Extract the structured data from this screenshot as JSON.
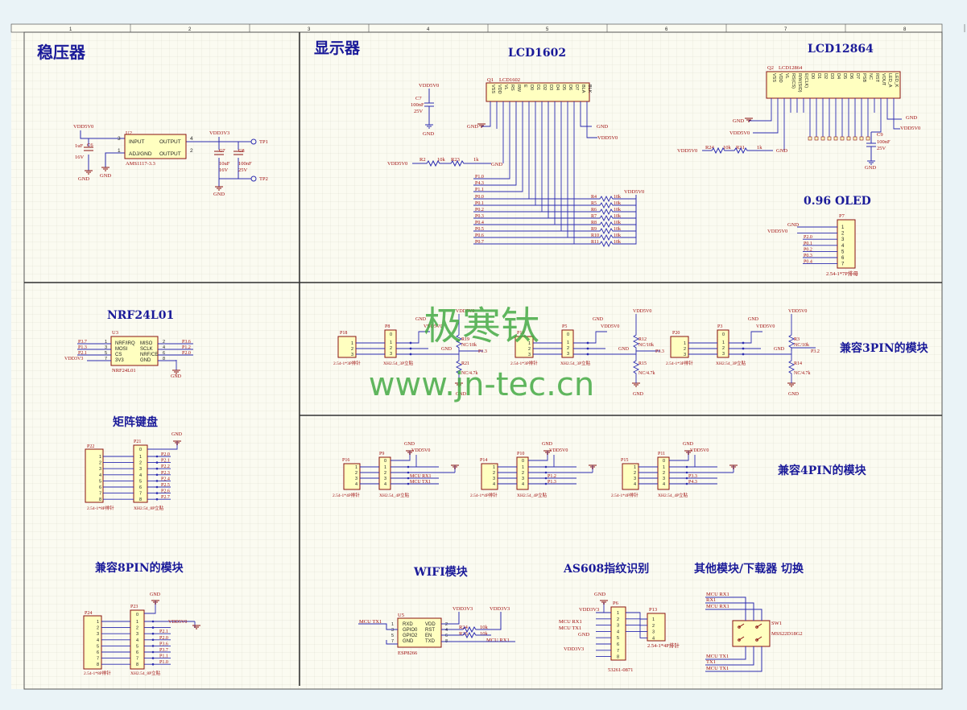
{
  "colors": {
    "background": "#fbfbf1",
    "grid": "#dcdcd0",
    "border": "#555555",
    "title": "#1a1a99",
    "label": "#a01010",
    "wire": "#2b2bb0",
    "component": "#8a1010",
    "module": "#ffffc0",
    "watermark": "#3fa83f"
  },
  "ruler": [
    "1",
    "2",
    "3",
    "4",
    "5",
    "6",
    "7",
    "8"
  ],
  "sections": {
    "regulator": "稳压器",
    "display": "显示器",
    "lcd1602": "LCD1602",
    "lcd12864": "LCD12864",
    "oled": "0.96 OLED",
    "nrf": "NRF24L01",
    "compat3": "兼容3PIN的模块",
    "matrix": "矩阵键盘",
    "compat4": "兼容4PIN的模块",
    "compat8": "兼容8PIN的模块",
    "wifi": "WIFI模块",
    "as608": "AS608指纹识别",
    "other": "其他模块/下载器 切换"
  },
  "watermark": {
    "cn": "极寒钛",
    "url": "www.jn-tec.cn"
  },
  "regulator": {
    "chip": "U2",
    "part": "AMS1117-3.3",
    "in": "INPUT",
    "adj": "ADJ/GND",
    "out1": "OUTPUT",
    "out2": "OUTPUT",
    "vin": "VDD5V0",
    "vout": "VDD3V3",
    "c6": "C6",
    "c6v": "1uF",
    "c6r": "16V",
    "c7": "C7",
    "c7v": "10uF",
    "c7r": "16V",
    "c8": "C8",
    "c8v": "100nF",
    "c8r": "25V",
    "tp1": "TP1",
    "tp2": "TP2",
    "gnd": "GND",
    "p3": "3",
    "p1": "1",
    "p4": "4",
    "p2": "2"
  },
  "lcd1602": {
    "ref": "Q1",
    "name": "LCD1602",
    "pins": [
      "VSS",
      "VDD",
      "VL",
      "RS",
      "RW",
      "E",
      "D0",
      "D1",
      "D2",
      "D3",
      "D4",
      "D5",
      "D6",
      "D7",
      "BLA",
      "BLK"
    ],
    "vdd": "VDD5V0",
    "c": "C7",
    "cv": "100nF",
    "cr": "25V",
    "gnd": "GND",
    "gnd2": "GND",
    "vdd2": "VDD5V0",
    "vdd3": "VDD5V0",
    "r2": "R2",
    "r23": "R23",
    "k10": "10k",
    "k1": "1k",
    "nets": [
      "P1.0",
      "P4.3",
      "P1.1",
      "P0.0",
      "P0.1",
      "P0.2",
      "P0.3",
      "P0.4",
      "P0.5",
      "P0.6",
      "P0.7"
    ],
    "res": [
      "R4",
      "R5",
      "R6",
      "R7",
      "R8",
      "R9",
      "R10",
      "R11"
    ],
    "resv": "10k",
    "rvdd": "VDD5V0"
  },
  "lcd12864": {
    "ref": "Q2",
    "name": "LCD12864",
    "pins": [
      "VSS",
      "VDD",
      "VL",
      "RS(CS)",
      "R/W(SID)",
      "E(CLK)",
      "D0",
      "D1",
      "D2",
      "D3",
      "D4",
      "D5",
      "D6",
      "D7",
      "PSB",
      "NC",
      "RST",
      "VOUT",
      "LED_A",
      "LED_K"
    ],
    "gnd": "GND",
    "gnd2": "GND",
    "vdd": "VDD5V0",
    "vdd2": "VDD5V0",
    "vdd3": "VDD5V0",
    "c": "C9",
    "cv": "100nF",
    "cr": "25V",
    "r24": "R24",
    "r31": "R31",
    "k10": "10k",
    "k1": "1k",
    "gnd3": "GND",
    "gnd4": "GND"
  },
  "oled": {
    "ref": "P7",
    "part": "2.54-1*7P排母",
    "gnd": "GND",
    "vdd": "VDD5V0",
    "nets": [
      "P2.0",
      "P0.1",
      "P0.2",
      "P0.3",
      "P0.4"
    ],
    "pins": [
      "1",
      "2",
      "3",
      "4",
      "5",
      "6",
      "7"
    ]
  },
  "nrf": {
    "ref": "U3",
    "part": "NRF24L01",
    "left": [
      "NRF/IRQ",
      "MOSI",
      "CS",
      "3V3"
    ],
    "right": [
      "MISO",
      "SCLK",
      "NRF/CE",
      "GND"
    ],
    "lnum": [
      "1",
      "3",
      "5",
      "7"
    ],
    "rnum": [
      "2",
      "4",
      "6",
      "8"
    ],
    "lnets": [
      "P3.7",
      "P1.3",
      "P2.1",
      "VDD3V3"
    ],
    "rnets": [
      "P3.6",
      "P1.2",
      "P2.0",
      "GND"
    ]
  },
  "compat3": {
    "groups": [
      {
        "h": "P18",
        "x": "P8",
        "r1": "R19",
        "r2": "R21",
        "net": "P1.3"
      },
      {
        "h": "P19",
        "x": "P5",
        "r1": "R12",
        "r2": "R15",
        "net": "P3.3"
      },
      {
        "h": "P20",
        "x": "P3",
        "r1": "R3",
        "r2": "R14",
        "net": "P3.2"
      }
    ],
    "hp": "2.54-1*3P排针",
    "xp": "XH2.54_3P立贴",
    "rv1": "NC/10k",
    "rv2": "NC/4.7k",
    "vdd": "VDD5V0",
    "gnd": "GND"
  },
  "matrix": {
    "h": "P22",
    "x": "P21",
    "hp": "2.54-1*8P排针",
    "xp": "XH2.54_8P立贴",
    "gnd": "GND",
    "nets": [
      "P2.0",
      "P2.1",
      "P2.2",
      "P2.3",
      "P2.4",
      "P2.5",
      "P2.6",
      "P2.7"
    ]
  },
  "compat4": {
    "groups": [
      {
        "h": "P16",
        "x": "P9",
        "n1": "MCU RX1",
        "n2": "MCU TX1"
      },
      {
        "h": "P14",
        "x": "P10",
        "n1": "P1.2",
        "n2": "P1.3"
      },
      {
        "h": "P15",
        "x": "P11",
        "n1": "P3.3",
        "n2": "P4.3"
      }
    ],
    "hp": "2.54-1*4P排针",
    "xp": "XH2.54_4P立贴",
    "vdd": "VDD5V0",
    "gnd": "GND"
  },
  "compat8": {
    "h": "P24",
    "x": "P23",
    "hp": "2.54-1*8P排针",
    "xp": "XH2.54_8P立贴",
    "gnd": "GND",
    "vdd": "VDD5V0",
    "nets": [
      "P2.1",
      "P2.0",
      "P3.6",
      "P3.7",
      "P1.1",
      "P1.0"
    ]
  },
  "wifi": {
    "ref": "U5",
    "part": "ESP8266",
    "left": [
      "RXD",
      "GPIO0",
      "GPIO2",
      "GND"
    ],
    "right": [
      "VDD",
      "RST",
      "EN",
      "TXD"
    ],
    "lnum": [
      "1",
      "3",
      "5",
      "7"
    ],
    "rnum": [
      "2",
      "4",
      "6",
      "8"
    ],
    "tx": "MCU TX1",
    "rx": "MCU RX1",
    "vdd1": "VDD3V3",
    "vdd2": "VDD3V3",
    "r1": "R24",
    "r2": "R25",
    "rv": "10k"
  },
  "as608": {
    "ref": "P6",
    "part": "53261-0871",
    "h": "P13",
    "hp": "2.54-1*4P排针",
    "gnd": "GND",
    "vdd": "VDD3V3",
    "vdd2": "VDD3V3",
    "n1": "MCU RX1",
    "n2": "MCU TX1",
    "pins": [
      "1",
      "2",
      "3",
      "4",
      "5",
      "6",
      "7",
      "8"
    ]
  },
  "other": {
    "ref": "SW1",
    "part": "MSS22D18G2",
    "nets": [
      "MCU RX1",
      "RX1",
      "MCU RX1",
      "MCU TX1",
      "TX1",
      "MCU TX1"
    ]
  }
}
